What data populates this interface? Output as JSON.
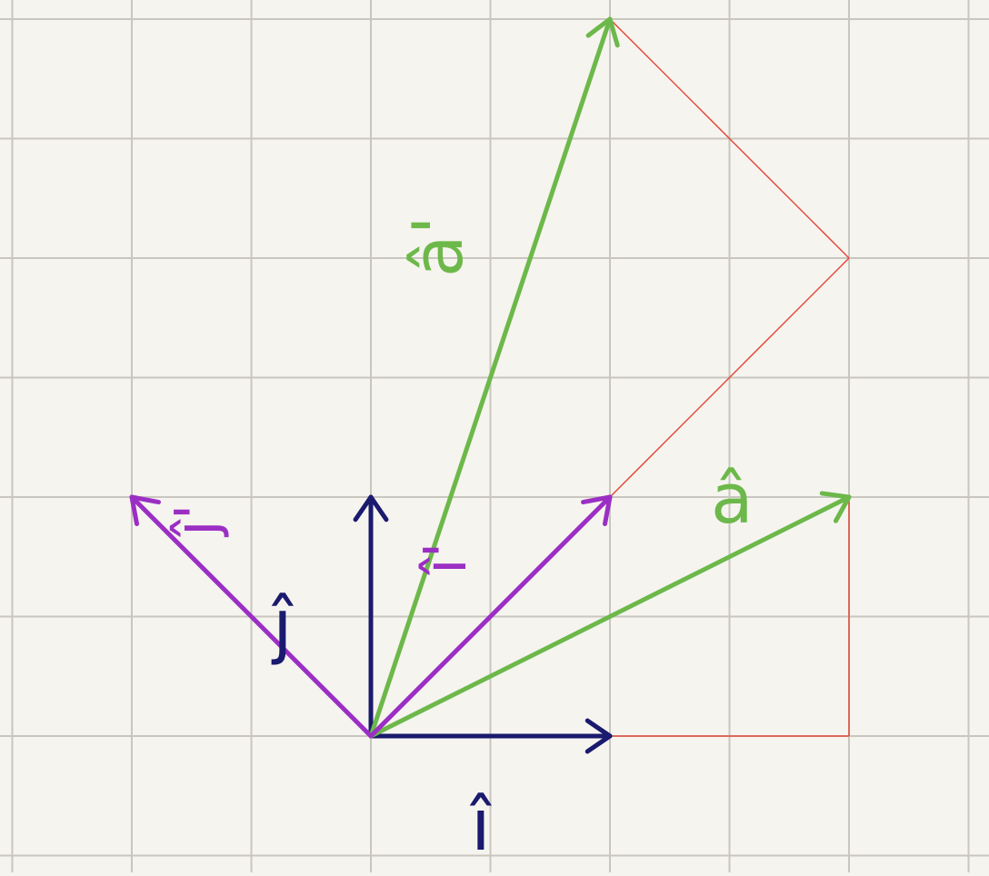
{
  "colors": {
    "paper": "#f6f4ef",
    "grid": "#c9c6c0",
    "basis": "#1a1a6e",
    "rotated_basis": "#9b2fc4",
    "vector": "#6db84a",
    "construction": "#e24a3b"
  },
  "grid": {
    "spacing": 1
  },
  "vectors": {
    "i_hat": {
      "label": "î",
      "from": [
        0,
        0
      ],
      "to": [
        1,
        0
      ]
    },
    "j_hat": {
      "label": "ĵ",
      "from": [
        0,
        0
      ],
      "to": [
        0,
        1
      ]
    },
    "i_hat_prime": {
      "label": "î'",
      "from": [
        0,
        0
      ],
      "to": [
        1,
        1
      ]
    },
    "j_hat_prime": {
      "label": "ĵ'",
      "from": [
        0,
        0
      ],
      "to": [
        -1,
        1
      ]
    },
    "a_hat": {
      "label": "â",
      "from": [
        0,
        0
      ],
      "to": [
        2,
        1
      ]
    },
    "a_hat_prime": {
      "label": "â'",
      "from": [
        0,
        0
      ],
      "to": [
        1,
        3
      ]
    }
  },
  "construction_lines": [
    {
      "from": [
        1,
        0
      ],
      "to": [
        2,
        0
      ]
    },
    {
      "from": [
        2,
        0
      ],
      "to": [
        2,
        1
      ]
    },
    {
      "from": [
        1,
        1
      ],
      "to": [
        2,
        2
      ]
    },
    {
      "from": [
        2,
        2
      ],
      "to": [
        1,
        3
      ]
    }
  ]
}
